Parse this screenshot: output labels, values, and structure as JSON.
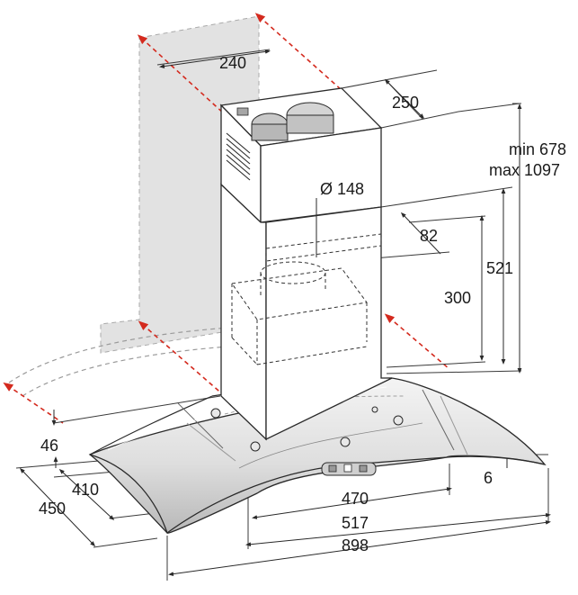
{
  "dimensions": {
    "wall_width": "240",
    "chimney_depth": "250",
    "height_min": "min 678",
    "height_max": "max 1097",
    "duct_diameter": "Ø 148",
    "duct_offset": "82",
    "outlet_height": "300",
    "body_height": "521",
    "glass_offset": "46",
    "depth_inner": "410",
    "depth_total": "450",
    "glass_thickness": "6",
    "width_inner": "470",
    "width_mid": "517",
    "width_total": "898"
  },
  "colors": {
    "line": "#2a2a2a",
    "wall_fill": "#dcdcdc",
    "arrow_red": "#d42a1e",
    "glass_light": "#f1f1f1",
    "glass_dark": "#bdbdbd"
  }
}
